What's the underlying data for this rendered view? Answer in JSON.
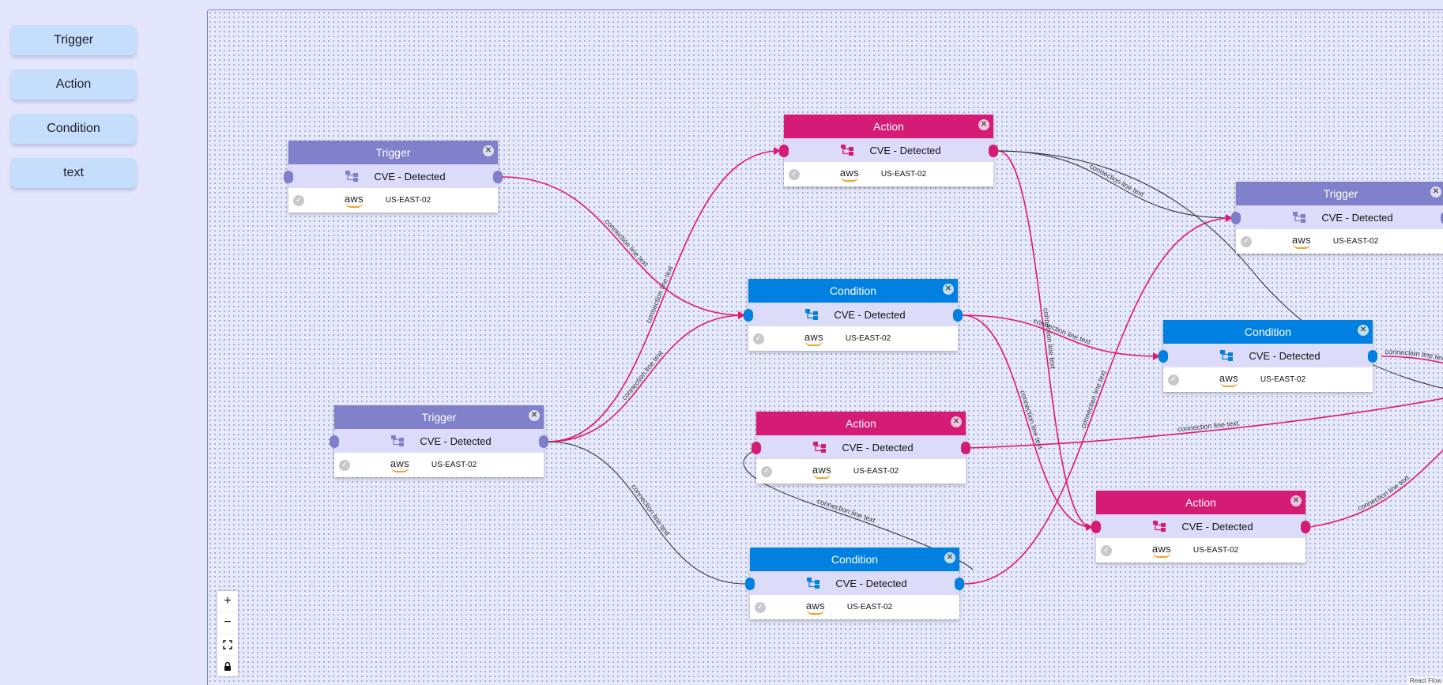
{
  "palette": [
    {
      "label": "Trigger"
    },
    {
      "label": "Action"
    },
    {
      "label": "Condition"
    },
    {
      "label": "text"
    }
  ],
  "colors": {
    "trigger": "#8180cb",
    "action": "#d41b76",
    "condition": "#0080e0",
    "edge_active": "#e0186f",
    "edge_default": "#2b2b2b"
  },
  "nodes": [
    {
      "id": "n1",
      "type": "Trigger",
      "title": "Trigger",
      "name": "CVE - Detected",
      "provider": "aws",
      "region": "US-EAST-02"
    },
    {
      "id": "n2",
      "type": "Trigger",
      "title": "Trigger",
      "name": "CVE - Detected",
      "provider": "aws",
      "region": "US-EAST-02"
    },
    {
      "id": "n3",
      "type": "Action",
      "title": "Action",
      "name": "CVE - Detected",
      "provider": "aws",
      "region": "US-EAST-02"
    },
    {
      "id": "n4",
      "type": "Condition",
      "title": "Condition",
      "name": "CVE - Detected",
      "provider": "aws",
      "region": "US-EAST-02"
    },
    {
      "id": "n5",
      "type": "Action",
      "title": "Action",
      "name": "CVE - Detected",
      "provider": "aws",
      "region": "US-EAST-02"
    },
    {
      "id": "n6",
      "type": "Condition",
      "title": "Condition",
      "name": "CVE - Detected",
      "provider": "aws",
      "region": "US-EAST-02"
    },
    {
      "id": "n7",
      "type": "Trigger",
      "title": "Trigger",
      "name": "CVE - Detected",
      "provider": "aws",
      "region": "US-EAST-02"
    },
    {
      "id": "n8",
      "type": "Condition",
      "title": "Condition",
      "name": "CVE - Detected",
      "provider": "aws",
      "region": "US-EAST-02"
    },
    {
      "id": "n9",
      "type": "Action",
      "title": "Action",
      "name": "CVE - Detected",
      "provider": "aws",
      "region": "US-EAST-02"
    }
  ],
  "edge_label": "connection line text",
  "zoom_controls": {
    "zoom_in": "+",
    "zoom_out": "−"
  },
  "attribution": "React Flow",
  "icons": {
    "node_type": "hierarchy-icon",
    "status": "check-circle-icon",
    "close": "close-circle-icon",
    "fit_view": "fit-view-icon",
    "lock": "lock-icon"
  }
}
